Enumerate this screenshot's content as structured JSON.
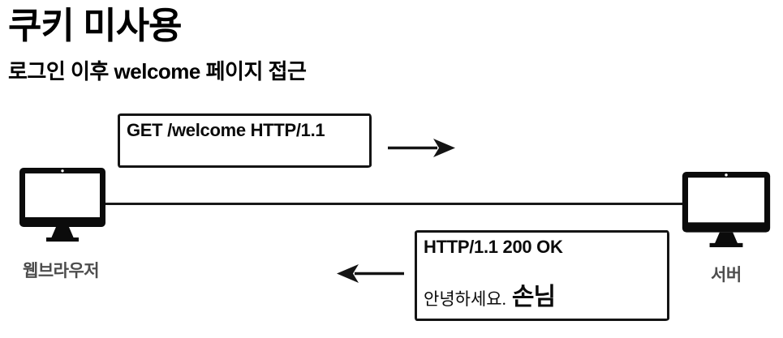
{
  "title": "쿠키 미사용",
  "subtitle": "로그인 이후 welcome 페이지 접근",
  "request": {
    "message": "GET /welcome HTTP/1.1"
  },
  "response": {
    "status": "HTTP/1.1 200 OK",
    "greeting": "안녕하세요.",
    "guest_name": "손님"
  },
  "nodes": {
    "browser": {
      "label": "웹브라우저",
      "icon": "monitor-icon"
    },
    "server": {
      "label": "서버",
      "icon": "monitor-icon"
    }
  },
  "arrows": {
    "request_direction": "right",
    "response_direction": "left"
  },
  "colors": {
    "ink": "#141414",
    "node_label": "#4d4d4d",
    "background": "#ffffff"
  }
}
